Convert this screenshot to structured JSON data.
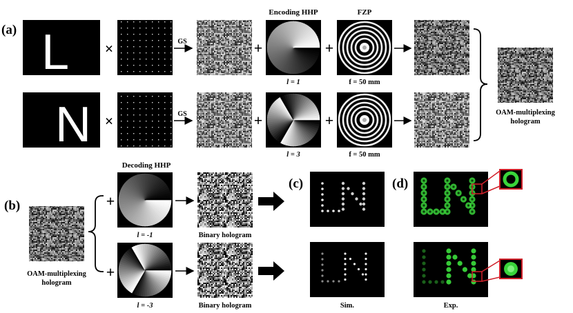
{
  "panels": {
    "a": "(a)",
    "b": "(b)",
    "c": "(c)",
    "d": "(d)"
  },
  "row1": {
    "letter": "L",
    "op_times": "×",
    "arrow_label": "GS",
    "op_plus": "+",
    "hhp_caption": "l = 1",
    "fzp_caption": "f = 50 mm"
  },
  "row2": {
    "letter": "N",
    "op_times": "×",
    "arrow_label": "GS",
    "op_plus": "+",
    "hhp_caption": "l = 3",
    "fzp_caption": "f = 50 mm"
  },
  "headers": {
    "encoding": "Encoding HHP",
    "fzp": "FZP",
    "decoding": "Decoding HHP"
  },
  "oam_label": [
    "OAM-multiplexing",
    "hologram"
  ],
  "decode1": {
    "caption": "l = -1",
    "binary": "Binary hologram"
  },
  "decode2": {
    "caption": "l = -3",
    "binary": "Binary hologram"
  },
  "sim_caption": "Sim.",
  "exp_caption": "Exp.",
  "colors": {
    "spot_green": "#39d43a",
    "zoom_box": "#d0202a",
    "background": "#000000"
  }
}
